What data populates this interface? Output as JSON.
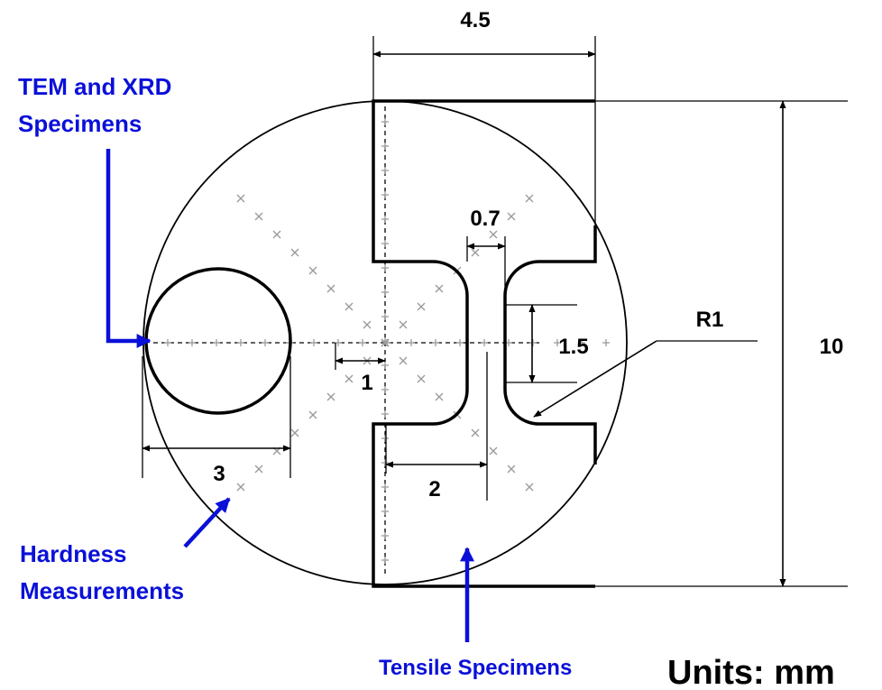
{
  "colors": {
    "callout": "#0a10d8",
    "outline": "#000000",
    "marker": "#9a9a9a"
  },
  "dimensions": {
    "top_width": "4.5",
    "height": "10",
    "gauge_width": "0.7",
    "shoulder": "1.5",
    "radius": "R1",
    "disc_diameter": "3",
    "gauge_length": "2",
    "marker_spacing": "1"
  },
  "callouts": {
    "tem_xrd": [
      "TEM and XRD",
      "Specimens"
    ],
    "hardness": [
      "Hardness",
      "Measurements"
    ],
    "tensile": "Tensile Specimens"
  },
  "units": "Units: mm"
}
